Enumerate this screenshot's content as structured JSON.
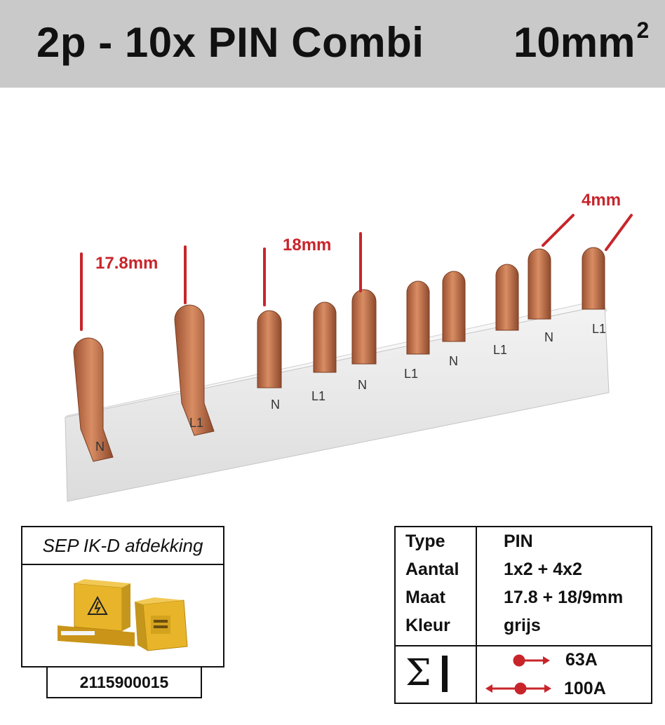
{
  "header": {
    "title": "2p - 10x PIN Combi",
    "size_value": "10mm",
    "size_exponent": "2"
  },
  "dimensions": {
    "first_pitch": "17.8mm",
    "second_pitch": "18mm",
    "pin_width": "4mm"
  },
  "pin_labels": [
    "N",
    "L1",
    "N",
    "L1",
    "N",
    "L1",
    "N",
    "L1",
    "N",
    "L1"
  ],
  "cover": {
    "title": "SEP IK-D afdekking",
    "code": "2115900015"
  },
  "specs": {
    "rows": [
      {
        "label": "Type",
        "value": "PIN"
      },
      {
        "label": "Aantal",
        "value": "1x2 + 4x2"
      },
      {
        "label": "Maat",
        "value": "17.8 + 18/9mm"
      },
      {
        "label": "Kleur",
        "value": "grijs"
      }
    ],
    "ratings": [
      "63A",
      "100A"
    ]
  },
  "colors": {
    "header_bg": "#c9c9c9",
    "dimension_red": "#c8252b",
    "copper": "#c77a4f",
    "body_grey": "#e9e9e9",
    "cover_yellow": "#e8b52a"
  }
}
